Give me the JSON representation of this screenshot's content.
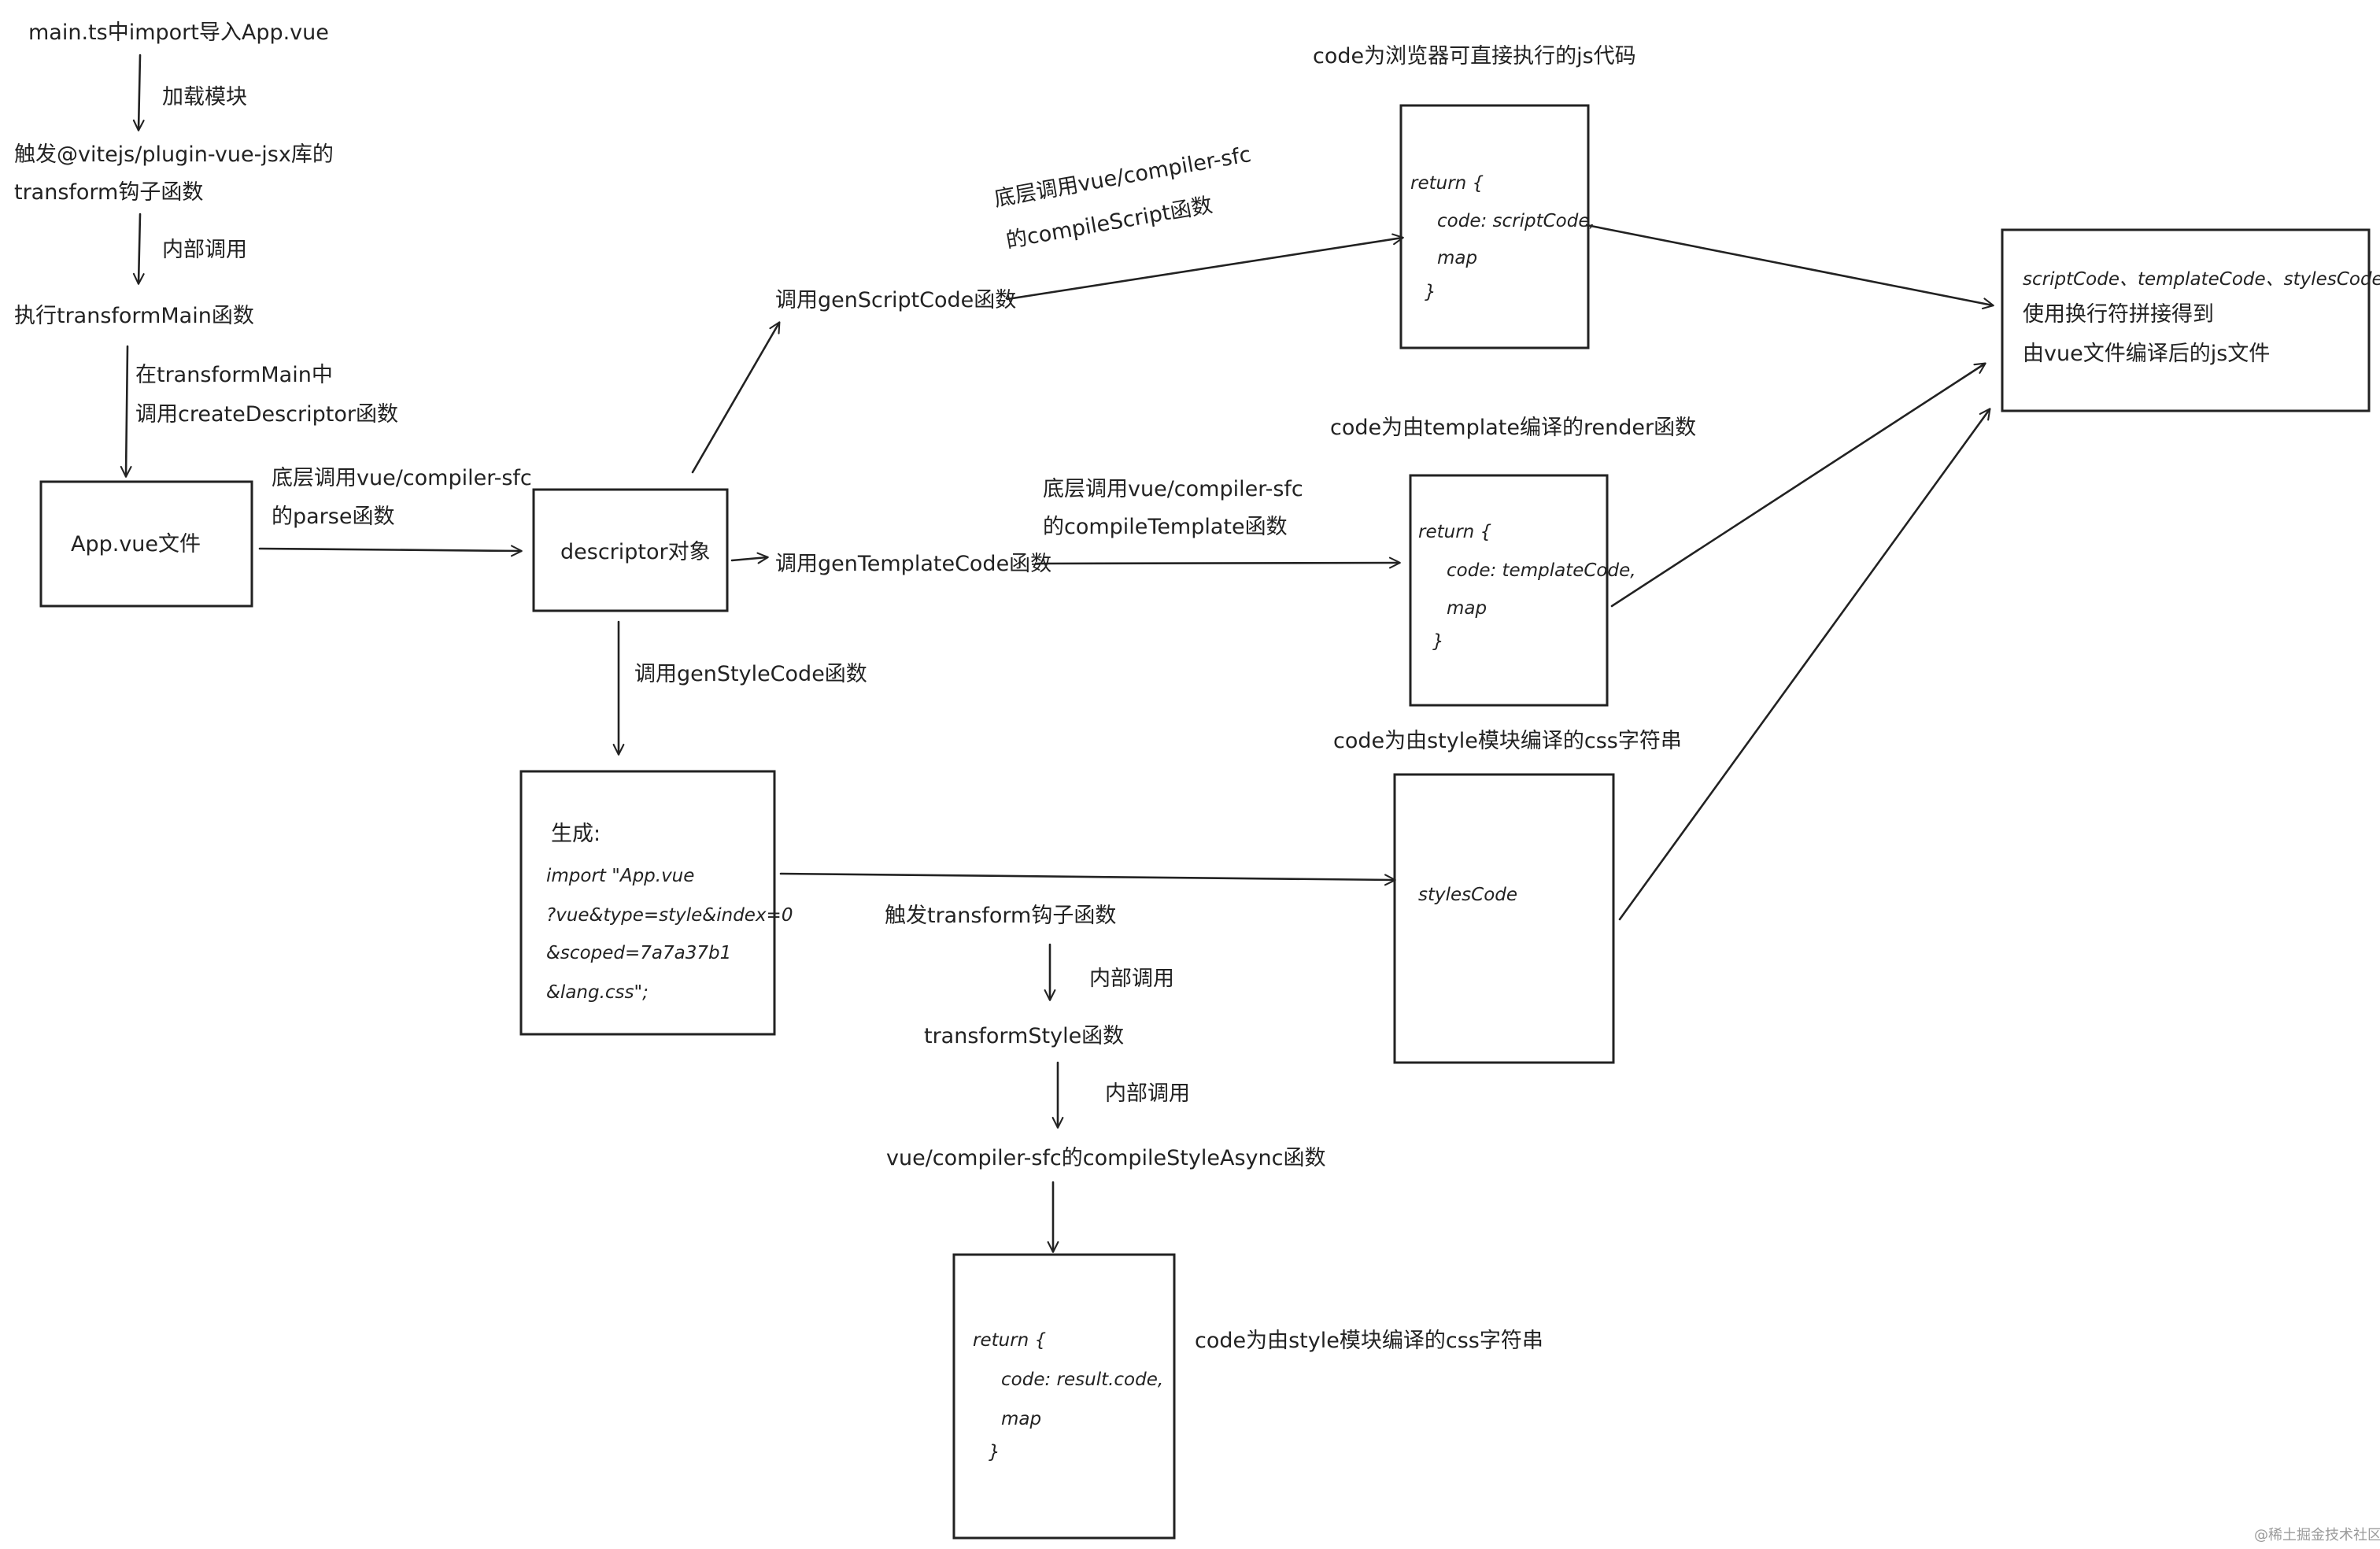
{
  "left_flow": {
    "step1": "main.ts中import导入App.vue",
    "arrow1": "加载模块",
    "step2_line1": "触发@vitejs/plugin-vue-jsx库的",
    "step2_line2": "transform钩子函数",
    "arrow2": "内部调用",
    "step3": "执行transformMain函数",
    "arrow3_line1": "在transformMain中",
    "arrow3_line2": "调用createDescriptor函数"
  },
  "app_vue_box": "App.vue文件",
  "parse_label_line1": "底层调用vue/compiler-sfc",
  "parse_label_line2": "的parse函数",
  "descriptor_box": "descriptor对象",
  "script_branch": {
    "call_label": "调用genScriptCode函数",
    "lib_line1": "底层调用vue/compiler-sfc",
    "lib_line2": "的compileScript函数",
    "note": "code为浏览器可直接执行的js代码",
    "box_lines": [
      "return {",
      "code: scriptCode,",
      "map",
      "}"
    ]
  },
  "template_branch": {
    "call_label": "调用genTemplateCode函数",
    "lib_line1": "底层调用vue/compiler-sfc",
    "lib_line2": "的compileTemplate函数",
    "note": "code为由template编译的render函数",
    "box_lines": [
      "return {",
      "code: templateCode,",
      "map",
      "}"
    ]
  },
  "style_branch": {
    "call_label": "调用genStyleCode函数",
    "gen_box_lines": [
      "生成:",
      "import \"App.vue",
      "?vue&type=style&index=0",
      "&scoped=7a7a37b1",
      "&lang.css\";"
    ],
    "note": "code为由style模块编译的css字符串",
    "styles_box": "stylesCode",
    "trigger": "触发transform钩子函数",
    "arrow_a": "内部调用",
    "transform_style": "transformStyle函数",
    "arrow_b": "内部调用",
    "compile_async": "vue/compiler-sfc的compileStyleAsync函数",
    "result_box_lines": [
      "return {",
      "code: result.code,",
      "map",
      "}"
    ],
    "result_note": "code为由style模块编译的css字符串"
  },
  "final_box_lines": [
    "scriptCode、templateCode、stylesCode",
    "使用换行符拼接得到",
    "由vue文件编译后的js文件"
  ],
  "watermark": "@稀土掘金技术社区"
}
